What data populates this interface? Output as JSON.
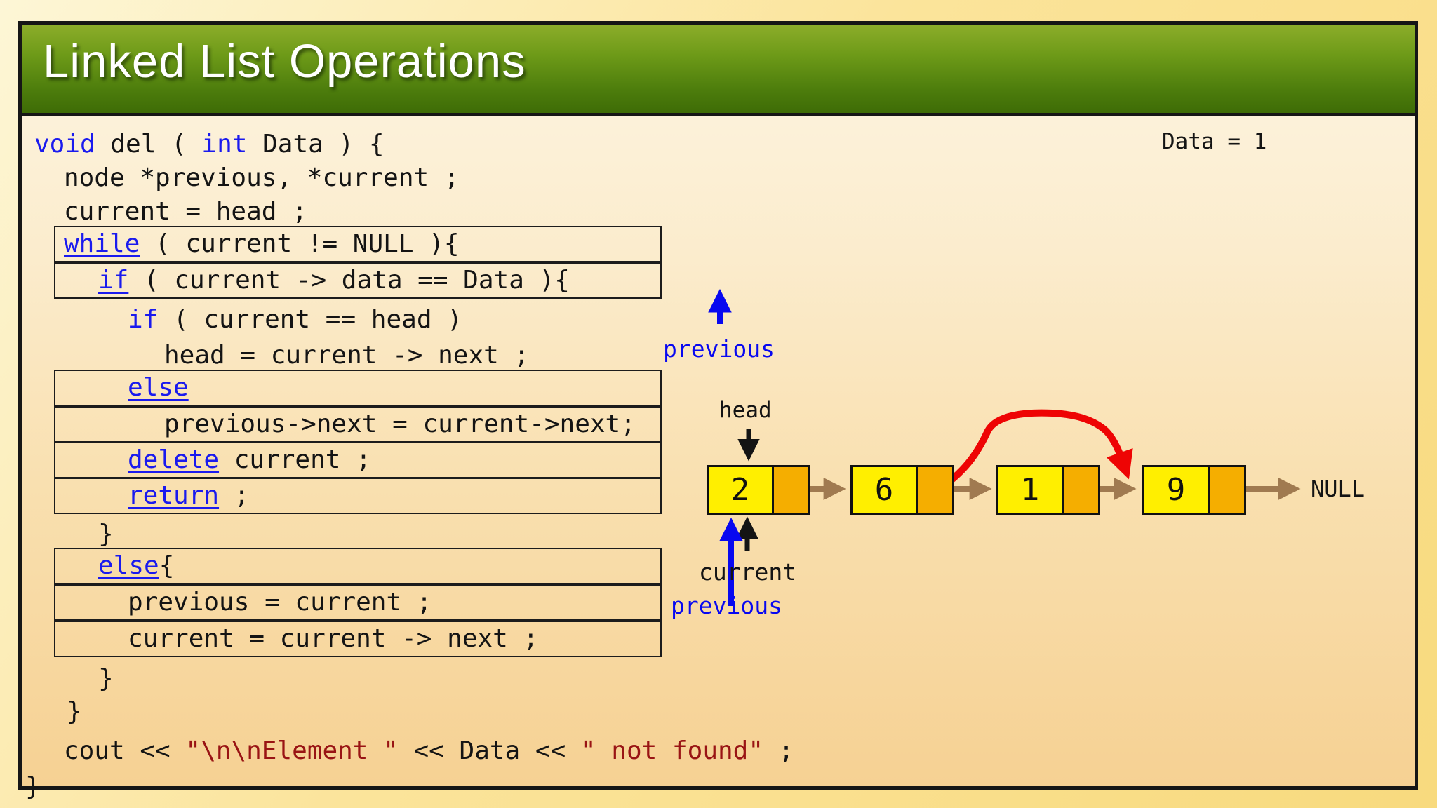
{
  "title": "Linked List Operations",
  "annotation": {
    "label": "Data = 1"
  },
  "colors": {
    "kw_blue": "#1a1aee",
    "str_red": "#991414",
    "code_black": "#141414",
    "label_blue": "#0808f0",
    "node_yellow": "#ffef00",
    "node_orange": "#f5ae00",
    "arrow_brown": "#a07a50",
    "arrow_red": "#ee0404",
    "arrow_black": "#141414",
    "border_black": "#161616"
  },
  "code": {
    "lines": [
      {
        "boxed": false,
        "tokens": [
          {
            "t": "void",
            "c": "kw"
          },
          {
            "t": " del ( ",
            "c": "p"
          },
          {
            "t": "int",
            "c": "kw"
          },
          {
            "t": " Data ) {",
            "c": "p"
          }
        ]
      },
      {
        "boxed": false,
        "tokens": [
          {
            "t": "node *previous, *current ;",
            "c": "p"
          }
        ]
      },
      {
        "boxed": false,
        "tokens": [
          {
            "t": "current = head ;",
            "c": "p"
          }
        ]
      },
      {
        "boxed": true,
        "tokens": [
          {
            "t": "while",
            "c": "kw",
            "u": true
          },
          {
            "t": " ( current != NULL ){",
            "c": "p"
          }
        ]
      },
      {
        "boxed": true,
        "tokens": [
          {
            "t": "if",
            "c": "kw",
            "u": true
          },
          {
            "t": " ( current -> data == Data ){",
            "c": "p"
          }
        ]
      },
      {
        "boxed": false,
        "tokens": [
          {
            "t": "if",
            "c": "kw"
          },
          {
            "t": " ( current == head )",
            "c": "p"
          }
        ]
      },
      {
        "boxed": false,
        "tokens": [
          {
            "t": "head = current -> next ;",
            "c": "p"
          }
        ]
      },
      {
        "boxed": true,
        "tokens": [
          {
            "t": "else",
            "c": "kw",
            "u": true
          }
        ]
      },
      {
        "boxed": true,
        "tokens": [
          {
            "t": "previous->next = current->next;",
            "c": "p"
          }
        ]
      },
      {
        "boxed": true,
        "tokens": [
          {
            "t": "delete",
            "c": "kw",
            "u": true
          },
          {
            "t": " current ;",
            "c": "p"
          }
        ]
      },
      {
        "boxed": true,
        "tokens": [
          {
            "t": "return",
            "c": "kw",
            "u": true
          },
          {
            "t": " ;",
            "c": "p"
          }
        ]
      },
      {
        "boxed": false,
        "tokens": [
          {
            "t": "}",
            "c": "p"
          }
        ]
      },
      {
        "boxed": true,
        "tokens": [
          {
            "t": "else",
            "c": "kw",
            "u": true
          },
          {
            "t": "{",
            "c": "p"
          }
        ]
      },
      {
        "boxed": true,
        "tokens": [
          {
            "t": "previous = current ;",
            "c": "p"
          }
        ]
      },
      {
        "boxed": true,
        "tokens": [
          {
            "t": "current = current -> next ;",
            "c": "p"
          }
        ]
      },
      {
        "boxed": false,
        "tokens": [
          {
            "t": "}",
            "c": "p"
          }
        ]
      },
      {
        "boxed": false,
        "tokens": [
          {
            "t": "}",
            "c": "p"
          }
        ]
      },
      {
        "boxed": false,
        "tokens": [
          {
            "t": "cout << ",
            "c": "p"
          },
          {
            "t": "\"\\n\\nElement \"",
            "c": "s"
          },
          {
            "t": " << Data << ",
            "c": "p"
          },
          {
            "t": "\" not found\"",
            "c": "s"
          },
          {
            "t": " ;",
            "c": "p"
          }
        ]
      },
      {
        "boxed": false,
        "tokens": [
          {
            "t": "}",
            "c": "p"
          }
        ]
      }
    ]
  },
  "diagram": {
    "pointer_top": "previous",
    "head_label": "head",
    "current_label": "current",
    "pointer_bottom": "previous",
    "null_label": "NULL",
    "nodes": [
      {
        "value": "2"
      },
      {
        "value": "6"
      },
      {
        "value": "1"
      },
      {
        "value": "9"
      }
    ]
  }
}
